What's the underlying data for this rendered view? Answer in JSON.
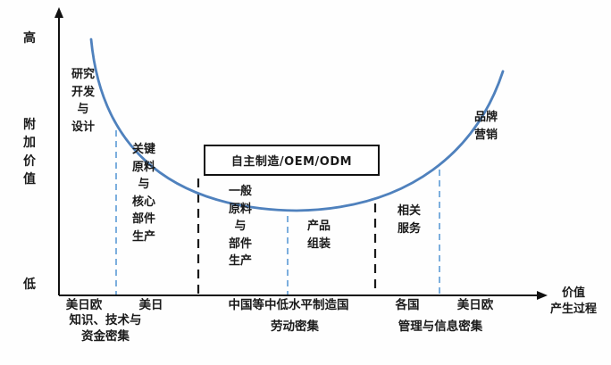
{
  "y_axis": {
    "high": "高",
    "title": "附\n加\n价\n值",
    "low": "低"
  },
  "x_axis": {
    "title": "价值\n产生过程"
  },
  "stages": {
    "rnd": "研究\n开发\n与\n设计",
    "key_parts": "关键\n原料\n与\n核心\n部件\n生产",
    "general_parts": "一般\n原料\n与\n部件\n生产",
    "assembly": "产品\n组装",
    "services": "相关\n服务",
    "branding": "品牌\n营销"
  },
  "callout_box": "自主制造/OEM/ODM",
  "regions": [
    "美日欧",
    "美日",
    "中国等中低水平制造国",
    "各国",
    "美日欧"
  ],
  "intensity": [
    "知识、技术与\n资金密集",
    "劳动密集",
    "管理与信息密集"
  ],
  "colors": {
    "curve": "#4f81bd",
    "dashed_guide": "#5b9bd5",
    "axis": "#000000",
    "text": "#1a1a1a"
  }
}
